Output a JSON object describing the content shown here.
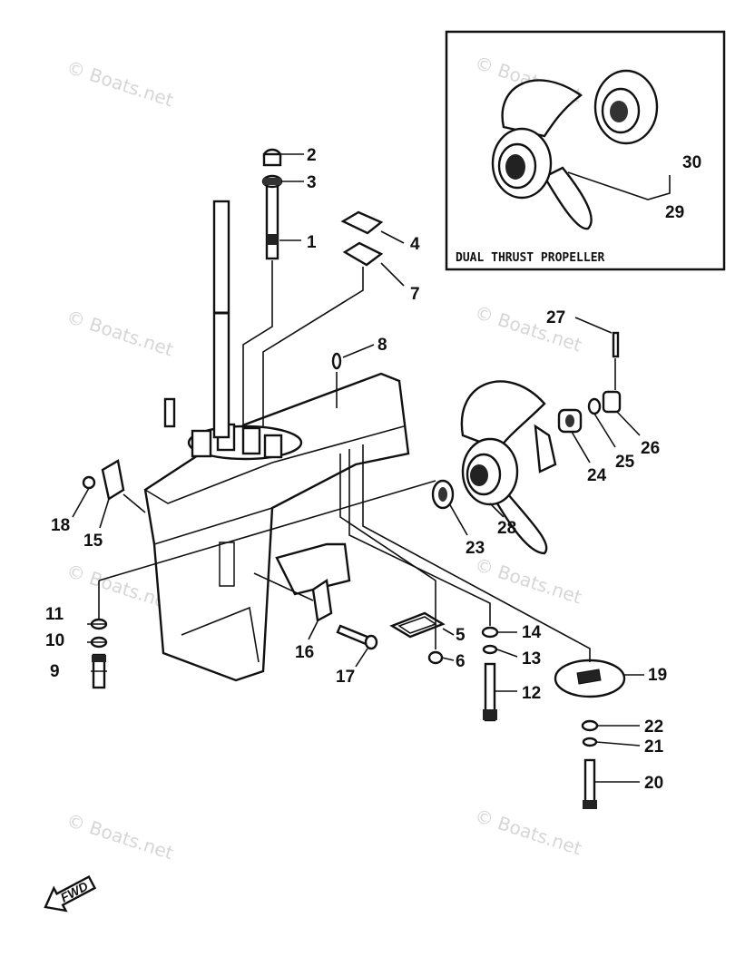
{
  "watermark": "© Boats.net",
  "inset": {
    "title": "DUAL THRUST PROPELLER"
  },
  "fwd_label": "FWD",
  "callouts": [
    {
      "id": "c1",
      "text": "1"
    },
    {
      "id": "c2",
      "text": "2"
    },
    {
      "id": "c3",
      "text": "3"
    },
    {
      "id": "c4",
      "text": "4"
    },
    {
      "id": "c5",
      "text": "5"
    },
    {
      "id": "c6",
      "text": "6"
    },
    {
      "id": "c7",
      "text": "7"
    },
    {
      "id": "c8",
      "text": "8"
    },
    {
      "id": "c9",
      "text": "9"
    },
    {
      "id": "c10",
      "text": "10"
    },
    {
      "id": "c11",
      "text": "11"
    },
    {
      "id": "c12",
      "text": "12"
    },
    {
      "id": "c13",
      "text": "13"
    },
    {
      "id": "c14",
      "text": "14"
    },
    {
      "id": "c15",
      "text": "15"
    },
    {
      "id": "c16",
      "text": "16"
    },
    {
      "id": "c17",
      "text": "17"
    },
    {
      "id": "c18",
      "text": "18"
    },
    {
      "id": "c19",
      "text": "19"
    },
    {
      "id": "c20",
      "text": "20"
    },
    {
      "id": "c21",
      "text": "21"
    },
    {
      "id": "c22",
      "text": "22"
    },
    {
      "id": "c23",
      "text": "23"
    },
    {
      "id": "c24",
      "text": "24"
    },
    {
      "id": "c25",
      "text": "25"
    },
    {
      "id": "c26",
      "text": "26"
    },
    {
      "id": "c27",
      "text": "27"
    },
    {
      "id": "c28",
      "text": "28"
    },
    {
      "id": "c29",
      "text": "29"
    },
    {
      "id": "c30",
      "text": "30"
    }
  ]
}
